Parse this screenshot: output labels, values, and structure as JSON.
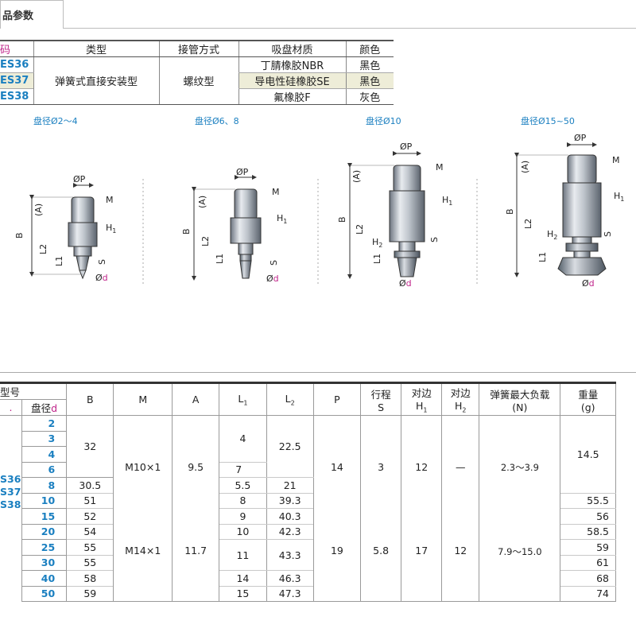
{
  "tab": {
    "label": "品参数"
  },
  "spec_table": {
    "headers": [
      "码",
      "类型",
      "接管方式",
      "吸盘材质",
      "颜色"
    ],
    "rows": [
      {
        "code": "ES36",
        "type": "弹簧式直接安装型",
        "connection": "螺纹型",
        "material": "丁腈橡胶NBR",
        "color": "黑色"
      },
      {
        "code": "ES37",
        "type": "",
        "connection": "",
        "material": "导电性硅橡胶SE",
        "color": "黑色"
      },
      {
        "code": "ES38",
        "type": "",
        "connection": "",
        "material": "氟橡胶F",
        "color": "灰色"
      }
    ]
  },
  "diagrams": [
    {
      "title": "盘径Ø2～4"
    },
    {
      "title": "盘径Ø6、8"
    },
    {
      "title": "盘径Ø10"
    },
    {
      "title": "盘径Ø15~50"
    }
  ],
  "dim_labels": {
    "p": "ØP",
    "m": "M",
    "h1": "H",
    "h1_sub": "1",
    "h2": "H",
    "h2_sub": "2",
    "a": "(A)",
    "b": "B",
    "l2": "L",
    "l2_sub": "2",
    "l1": "L",
    "l1_sub": "1",
    "s": "S",
    "d": "Ød",
    "d_prefix": "Ø",
    "d_suffix": "d"
  },
  "main_table": {
    "h_model": "型号",
    "h_dia_prefix": "盘径",
    "h_dia_d": "d",
    "h_b": "B",
    "h_m": "M",
    "h_a": "A",
    "h_l1": "L",
    "h_l1_sub": "1",
    "h_l2": "L",
    "h_l2_sub": "2",
    "h_p": "P",
    "h_stroke": "行程",
    "h_stroke_s": "S",
    "h_h1": "对边",
    "h_h1_sub": "H",
    "h_h1_n": "1",
    "h_h2": "对边",
    "h_h2_sub": "H",
    "h_h2_n": "2",
    "h_load": "弹簧最大负载",
    "h_load_unit": "(N)",
    "h_weight": "重量",
    "h_weight_unit": "(g)",
    "codes": [
      "S36",
      "S37",
      "S38"
    ],
    "diameters": [
      "2",
      "3",
      "4",
      "6",
      "8",
      "10",
      "15",
      "20",
      "25",
      "30",
      "40",
      "50"
    ],
    "b": {
      "g1": "32",
      "r8": "30.5",
      "r10": "51",
      "r15": "52",
      "r20": "54",
      "r25": "55",
      "r30": "55",
      "r40": "58",
      "r50": "59"
    },
    "m": {
      "g1": "M10×1",
      "g2": "M14×1"
    },
    "a": {
      "g1": "9.5",
      "g2": "11.7"
    },
    "l1": {
      "g1": "4",
      "r6": "7",
      "r8": "5.5",
      "r10": "8",
      "r15": "9",
      "r20": "10",
      "r25_30": "11",
      "r40": "14",
      "r50": "15"
    },
    "l2": {
      "g1": "22.5",
      "r8": "21",
      "r10": "39.3",
      "r15": "40.3",
      "r20": "42.3",
      "r25_30": "43.3",
      "r40": "46.3",
      "r50": "47.3"
    },
    "p": {
      "g1": "14",
      "g2": "19"
    },
    "s": {
      "g1": "3",
      "g2": "5.8"
    },
    "h1": {
      "g1": "12",
      "g2": "17"
    },
    "h2": {
      "g1": "—",
      "g2": "12"
    },
    "load": {
      "g1": "2.3～3.9",
      "g2": "7.9～15.0"
    },
    "weight": {
      "g1": "14.5",
      "r10": "55.5",
      "r15": "56",
      "r20": "58.5",
      "r25": "59",
      "r30": "61",
      "r40": "68",
      "r50": "74"
    }
  }
}
